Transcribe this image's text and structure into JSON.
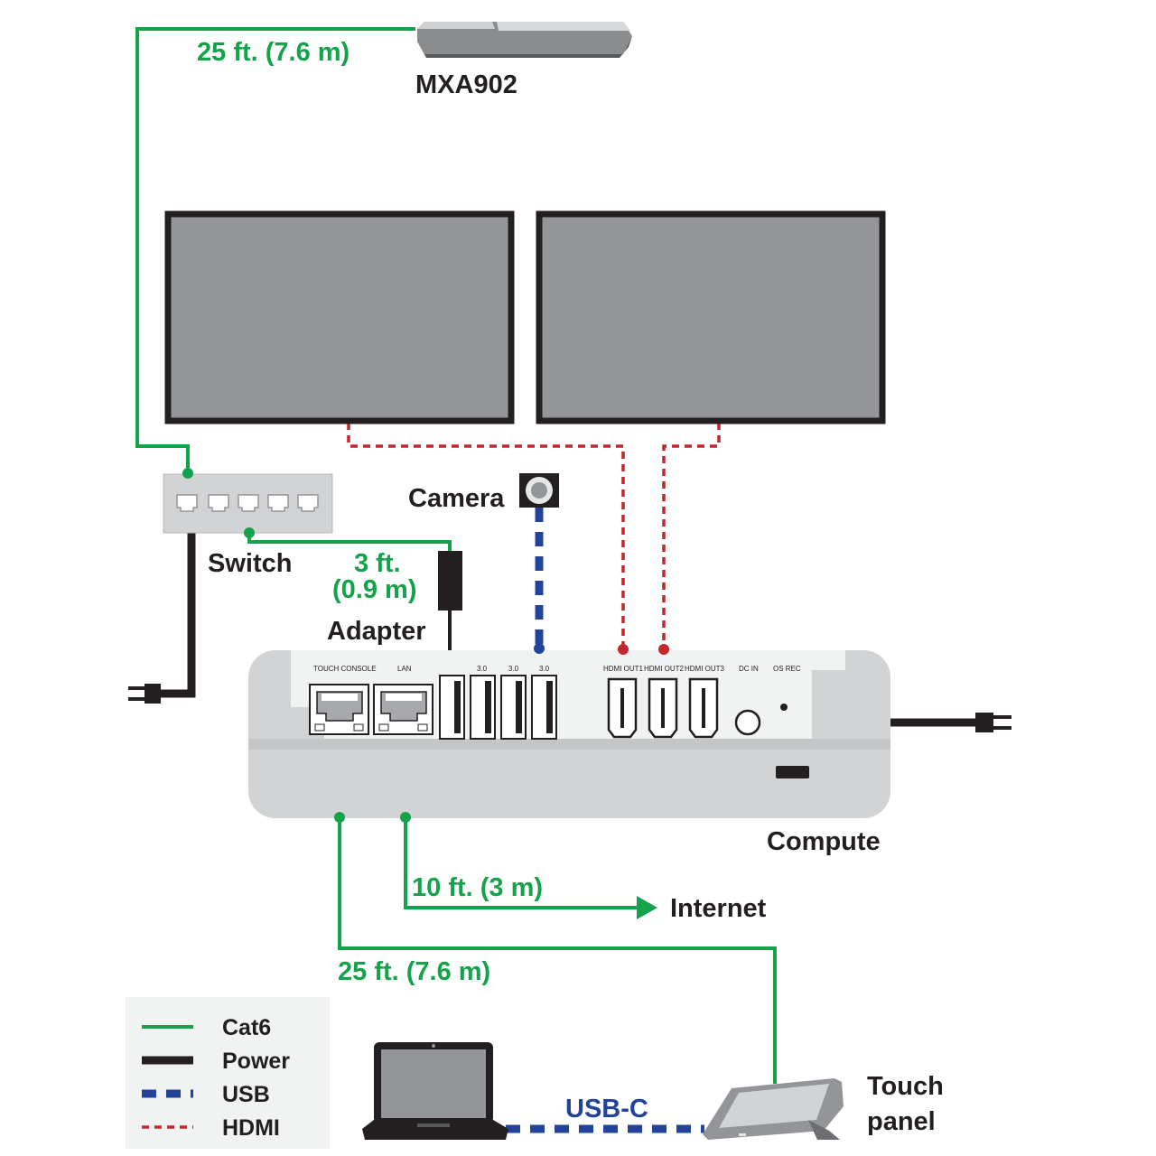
{
  "labels": {
    "mic": "MXA902",
    "mic_cable": "25 ft. (7.6 m)",
    "camera": "Camera",
    "switch": "Switch",
    "adapter_cable_1": "3 ft.",
    "adapter_cable_2": "(0.9 m)",
    "adapter": "Adapter",
    "compute": "Compute",
    "internet_cable": "10 ft. (3 m)",
    "internet": "Internet",
    "touch_cable": "25 ft. (7.6 m)",
    "usbc": "USB-C",
    "touch_1": "Touch",
    "touch_2": "panel"
  },
  "ports": {
    "touch_console": "TOUCH CONSOLE",
    "lan": "LAN",
    "usb30_a": "3.0",
    "usb30_b": "3.0",
    "usb30_c": "3.0",
    "hdmi1": "HDMI OUT1",
    "hdmi2": "HDMI OUT2",
    "hdmi3": "HDMI OUT3",
    "dcin": "DC IN",
    "osrec": "OS REC"
  },
  "legend": {
    "items": [
      {
        "label": "Cat6",
        "style": "cat6"
      },
      {
        "label": "Power",
        "style": "power"
      },
      {
        "label": "USB",
        "style": "usb"
      },
      {
        "label": "HDMI",
        "style": "hdmi"
      }
    ]
  },
  "colors": {
    "cat6": "#14a24b",
    "power": "#231f20",
    "usb": "#23439b",
    "hdmi": "#c1272d"
  }
}
